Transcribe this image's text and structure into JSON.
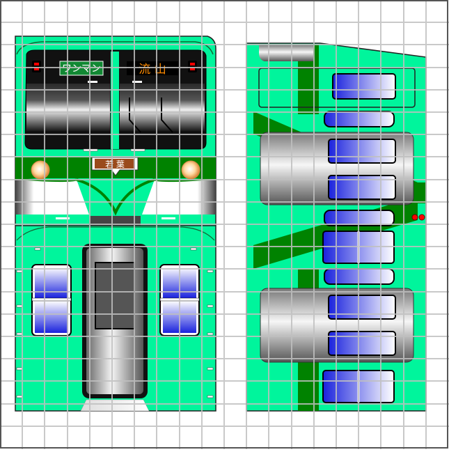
{
  "destination": {
    "service_label": "ワンマン",
    "station": "流 山",
    "sign_text": "若 葉"
  },
  "colors": {
    "body": "#00f59c",
    "stripe": "#008200",
    "grid": "#c8c8c8",
    "sign_green": "#118833",
    "sign_orange": "#ff8c00",
    "sign_brown": "#9a4a1c",
    "lamp_red": "#ff0000",
    "window_blue": "#2233ee"
  }
}
